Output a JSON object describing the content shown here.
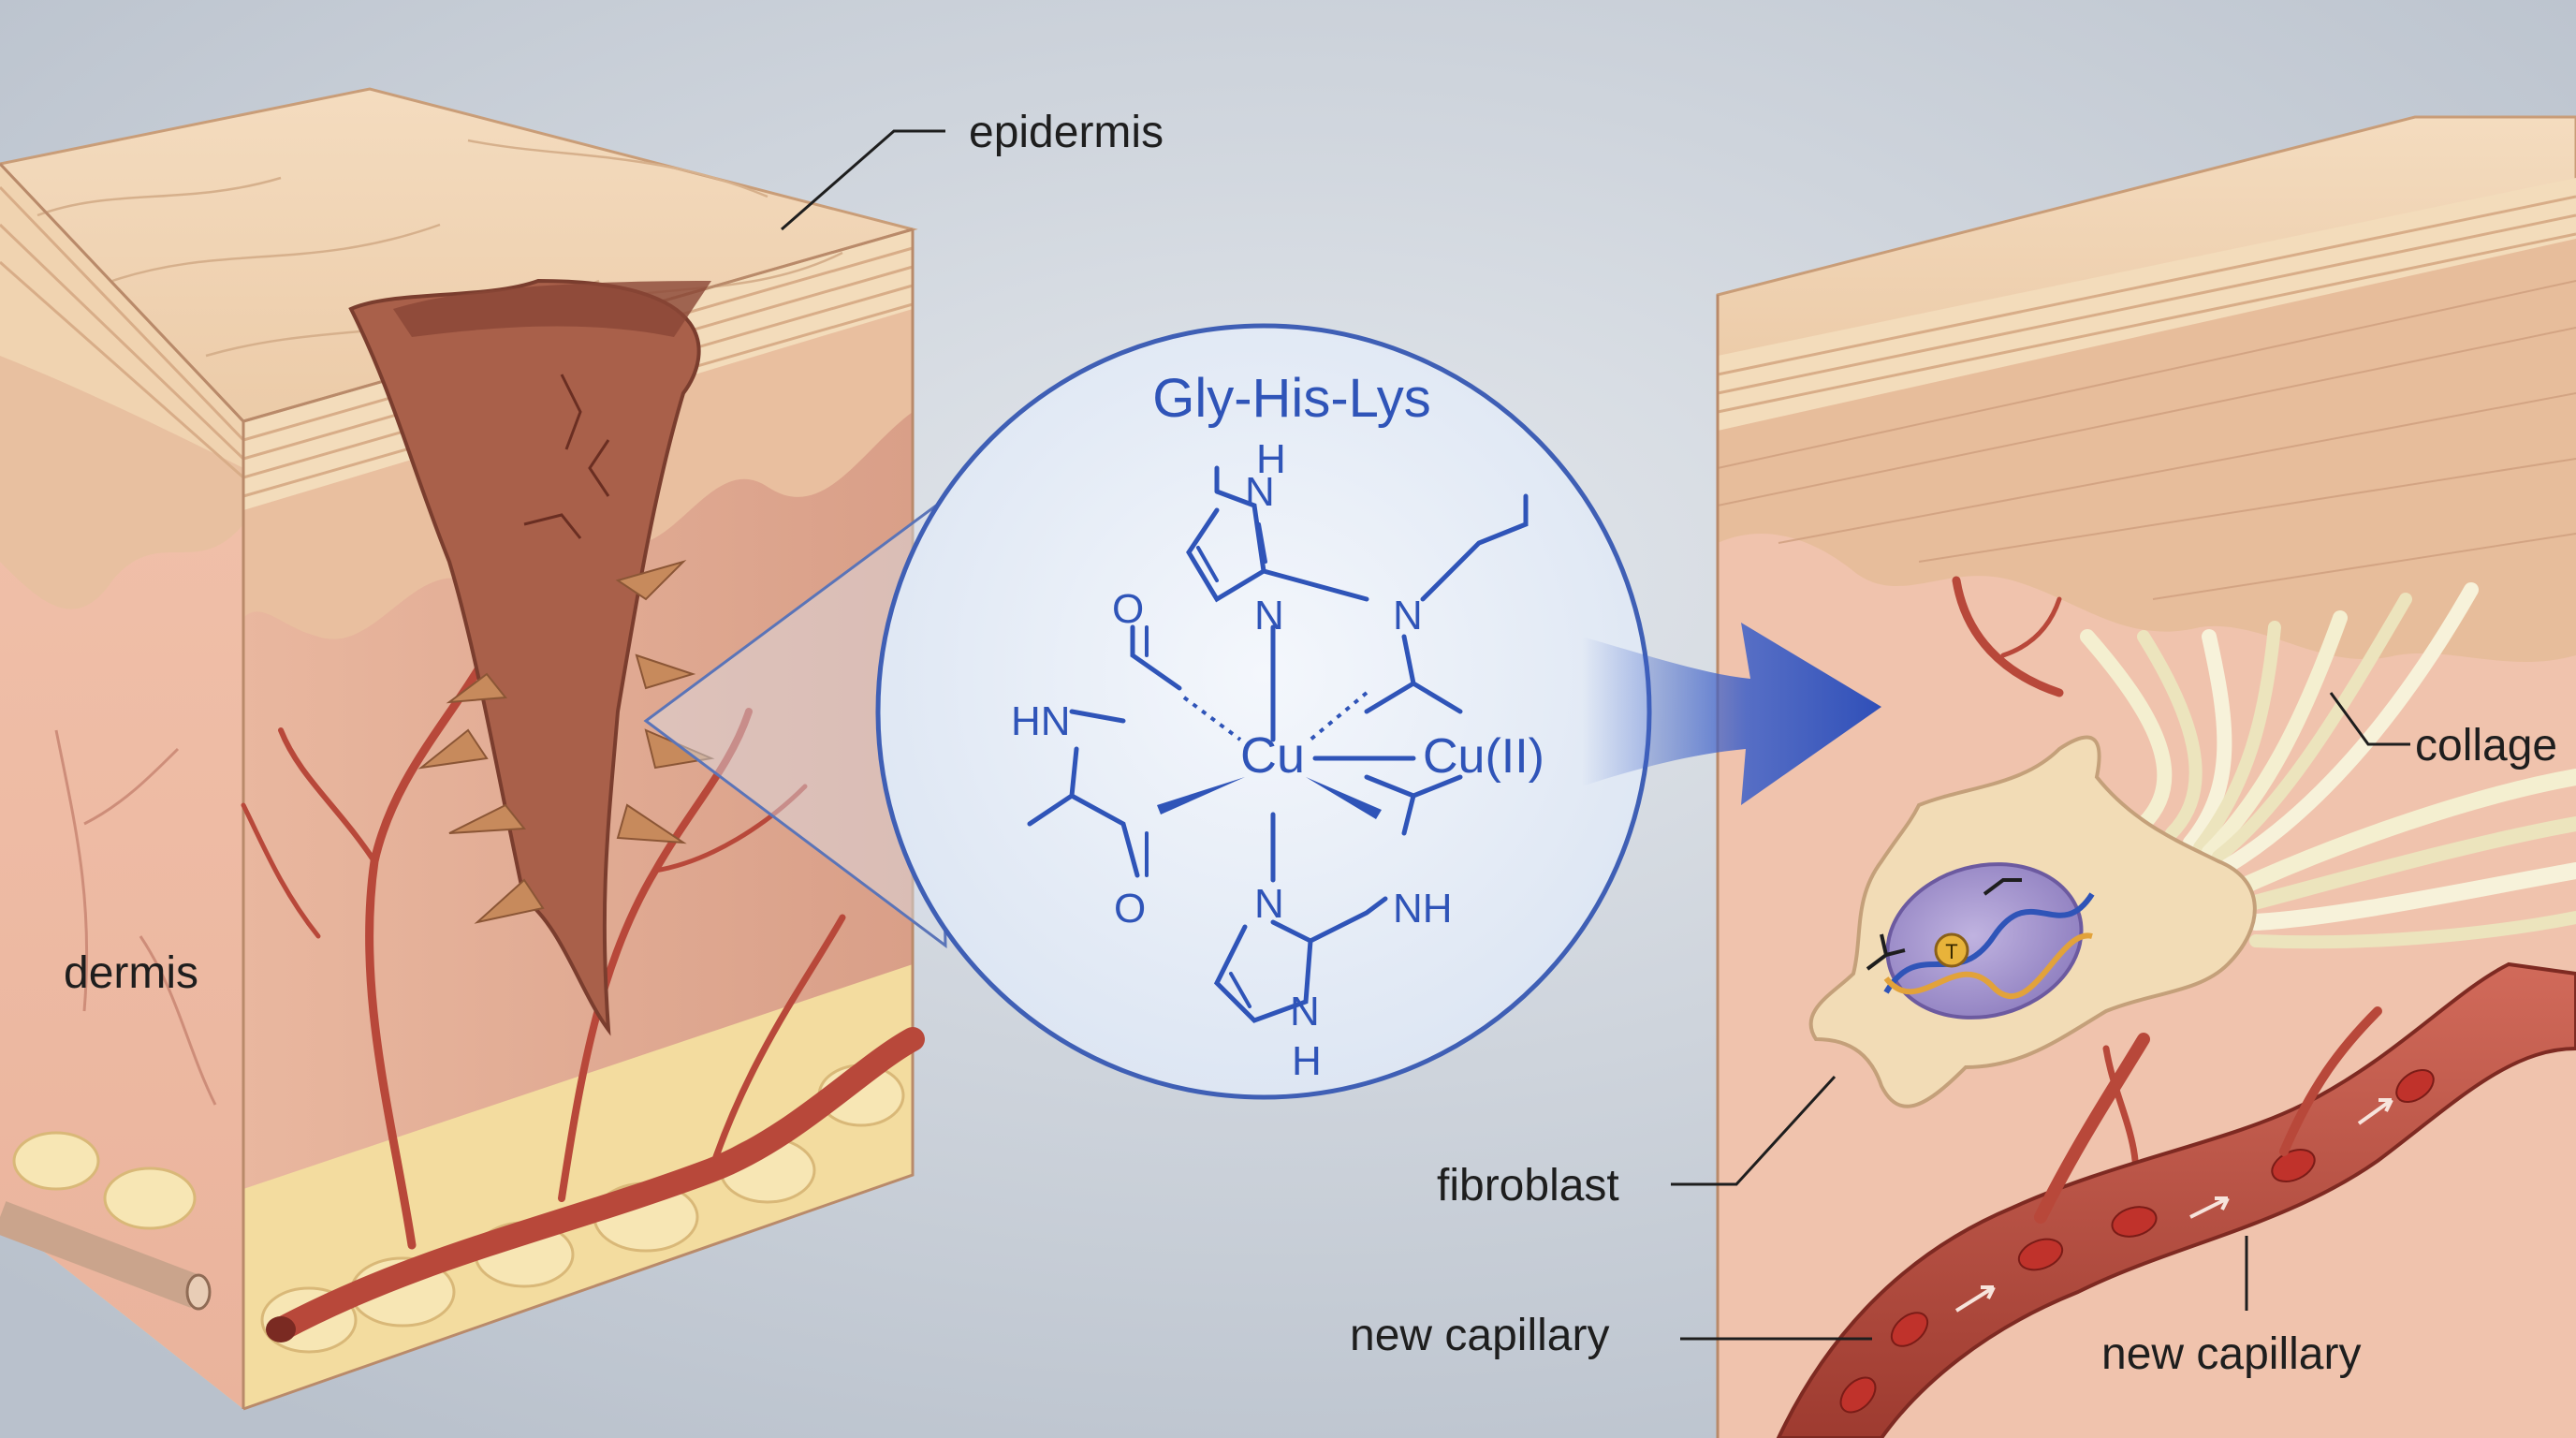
{
  "labels": {
    "epidermis": "epidermis",
    "dermis": "dermis",
    "collagen": "collage",
    "fibroblast": "fibroblast",
    "new_capillary_left": "new capillary",
    "new_capillary_right": "new capillary"
  },
  "molecule": {
    "title": "Gly-His-Lys",
    "center": "Cu",
    "ion_label": "Cu(II)",
    "atoms": {
      "h_top": "H",
      "n_ring_top": "N",
      "n_ring_top_coord": "N",
      "n_right": "N",
      "o_top": "O",
      "hn_left": "HN",
      "o_bottom": "O",
      "n_ring_bottom_coord": "N",
      "nh_right": "NH",
      "n_ring_bottom": "N",
      "h_bottom": "H"
    }
  },
  "dna_marker": "T",
  "colors": {
    "background": "#c9d0d9",
    "skin_top": "#f0d6b8",
    "dermis": "#f0c2ac",
    "wound": "#a9604a",
    "vessel": "#b8483a",
    "chem_blue": "#2f54b8",
    "arrow_blue": "#3b5fc9",
    "nucleus": "#a99ad0"
  }
}
